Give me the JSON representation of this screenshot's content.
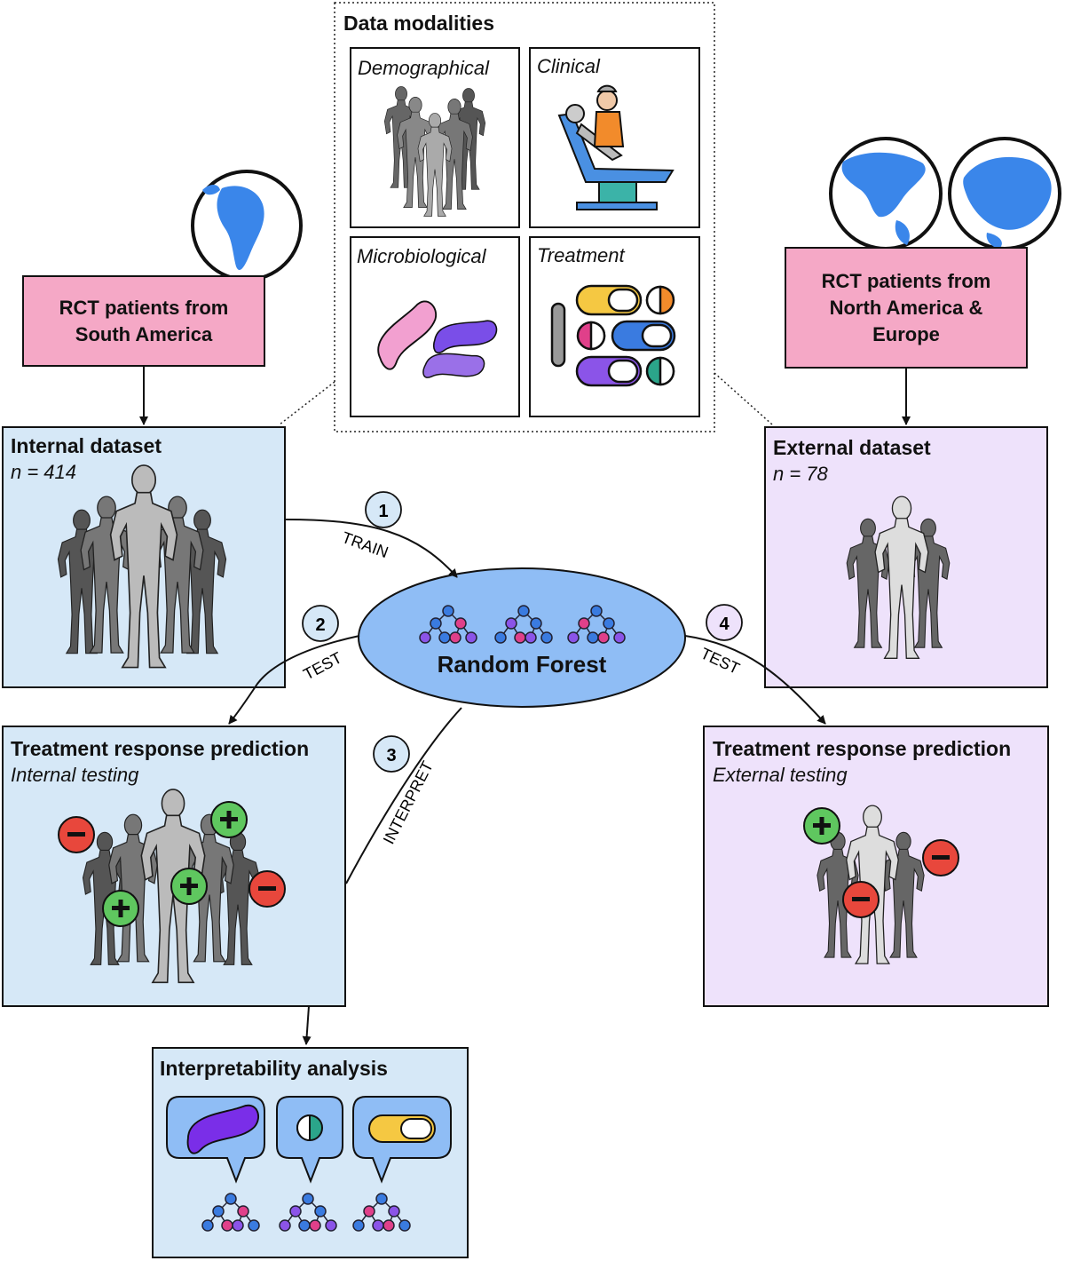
{
  "modalities": {
    "title": "Data modalities",
    "items": [
      "Demographical",
      "Clinical",
      "Microbiological",
      "Treatment"
    ]
  },
  "sources": {
    "south": [
      "RCT patients from",
      "South America"
    ],
    "north": [
      "RCT patients from",
      "North America &",
      "Europe"
    ]
  },
  "internal": {
    "title": "Internal dataset",
    "n": "n = 414"
  },
  "external": {
    "title": "External dataset",
    "n": "n = 78"
  },
  "model": {
    "label": "Random Forest"
  },
  "steps": [
    {
      "num": "1",
      "label": "TRAIN"
    },
    {
      "num": "2",
      "label": "TEST"
    },
    {
      "num": "3",
      "label": "INTERPRET"
    },
    {
      "num": "4",
      "label": "TEST"
    }
  ],
  "pred_internal": {
    "title": "Treatment response prediction",
    "subtitle": "Internal testing"
  },
  "pred_external": {
    "title": "Treatment response prediction",
    "subtitle": "External testing"
  },
  "interp": {
    "title": "Interpretability analysis"
  },
  "colors": {
    "blue_box": "#d6e8f7",
    "lilac_box": "#eee2fb",
    "pink_box": "#f5a8c6",
    "forest": "#8fbdf5",
    "plus": "#5fc75f",
    "minus": "#e8473c"
  }
}
